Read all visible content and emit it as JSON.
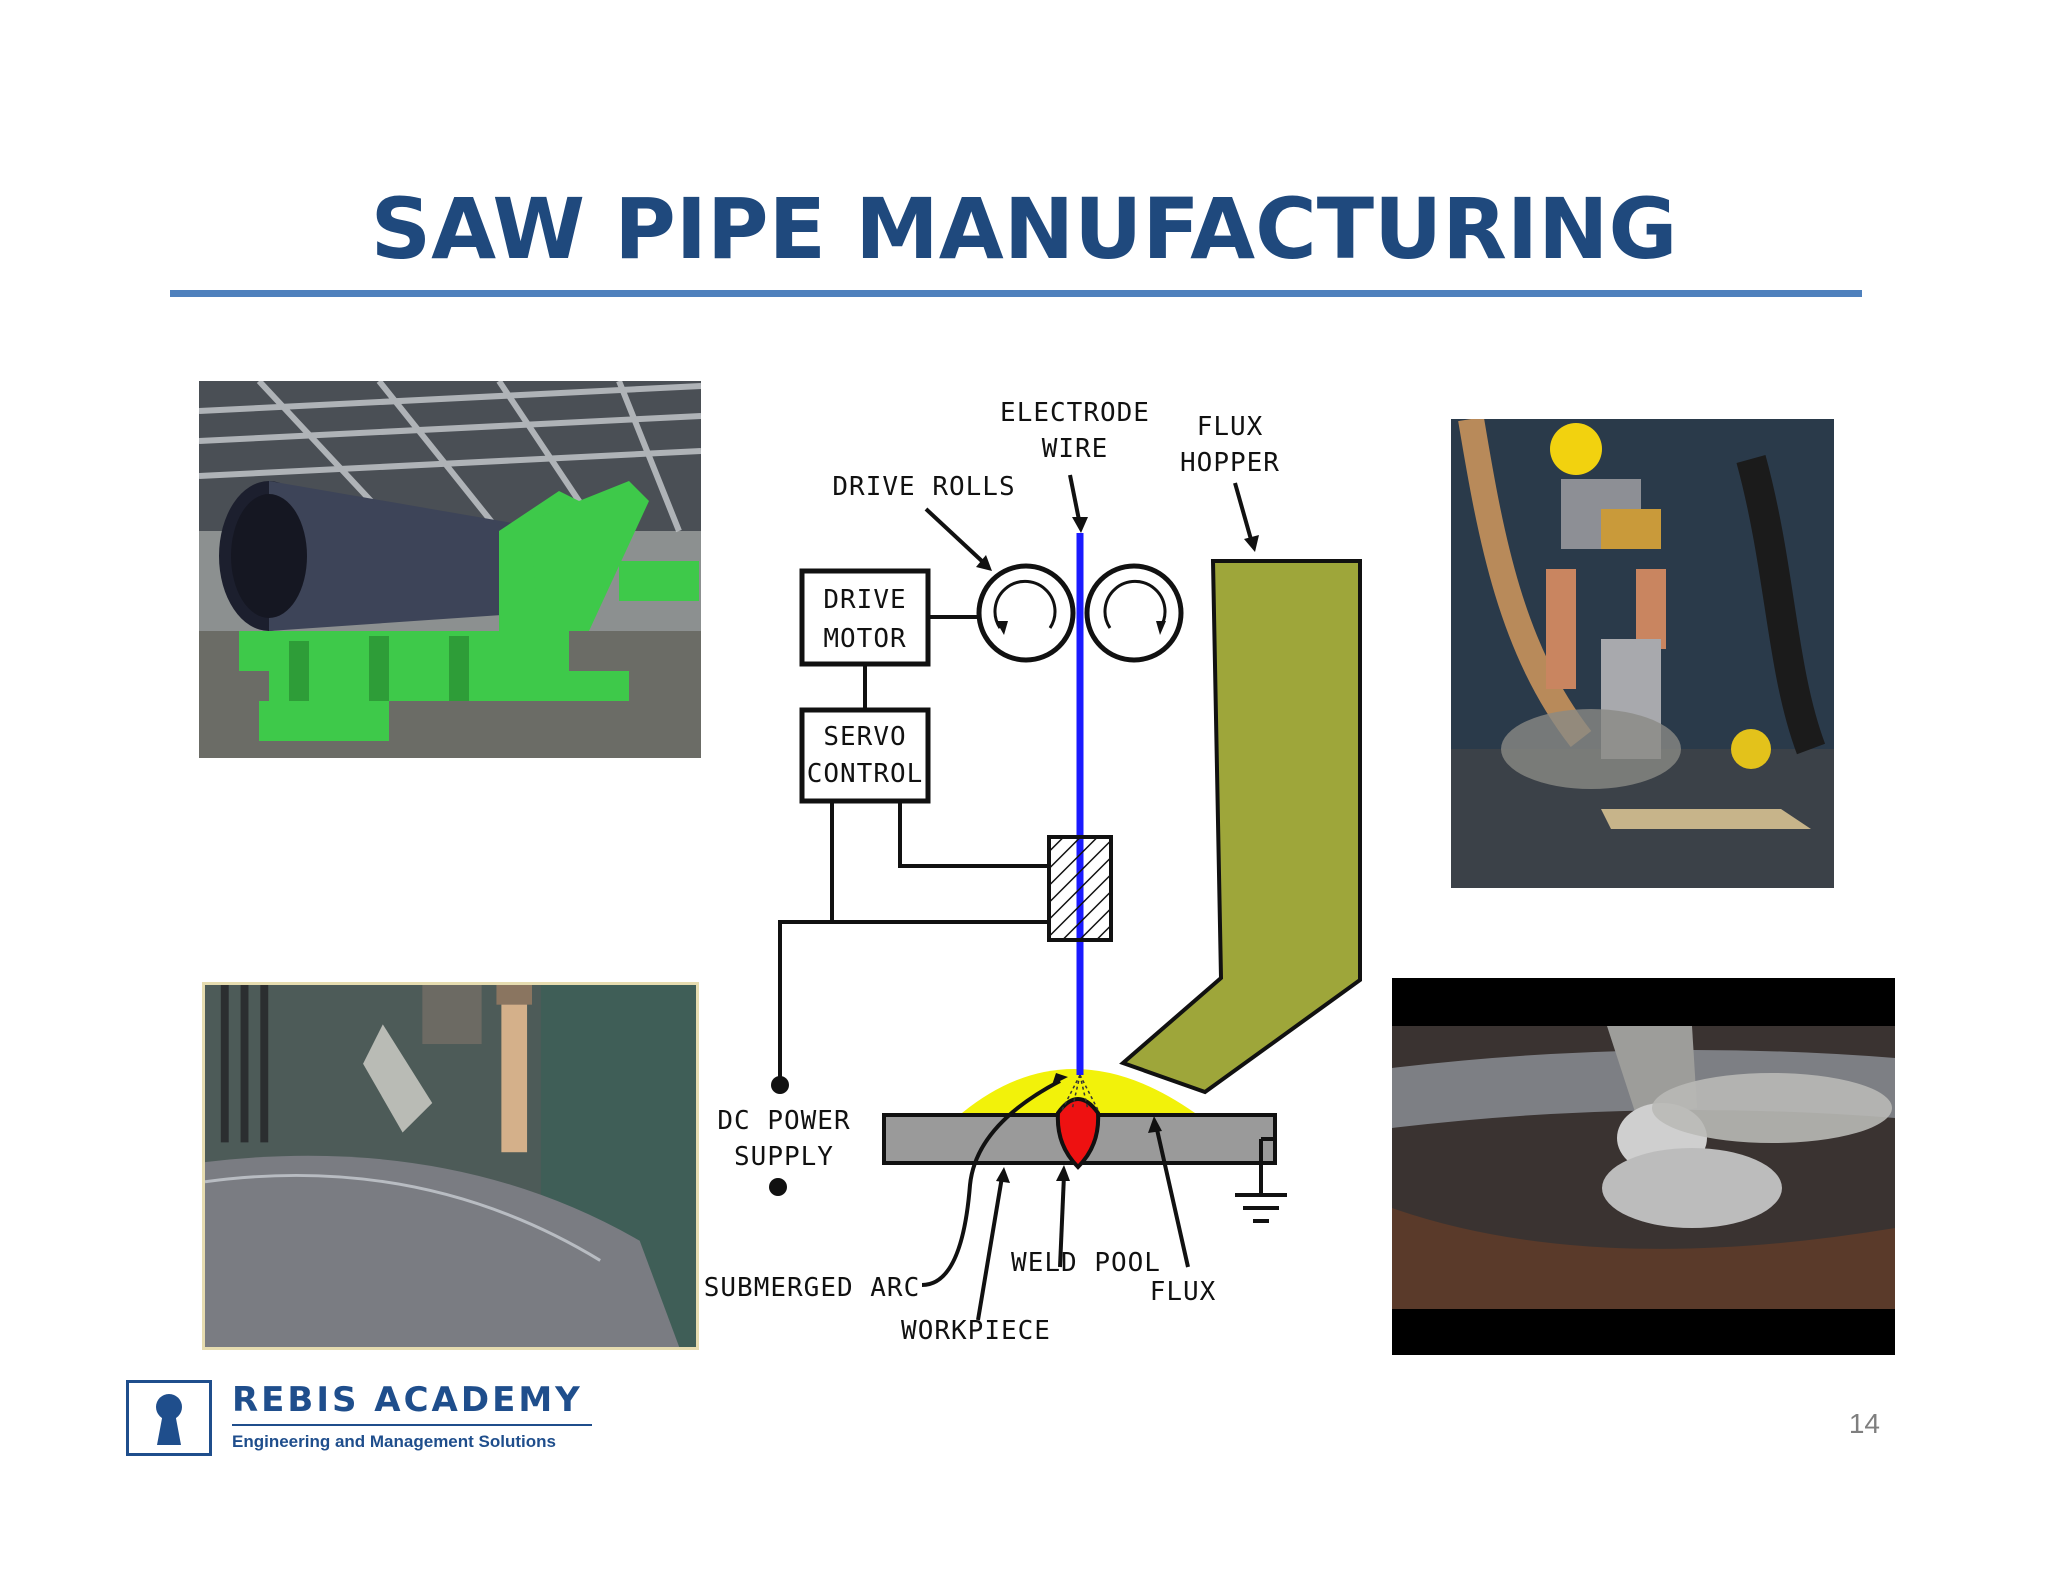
{
  "slide": {
    "title": "SAW PIPE MANUFACTURING",
    "page_number": "14"
  },
  "diagram": {
    "labels": {
      "electrode_wire_1": "ELECTRODE",
      "electrode_wire_2": "WIRE",
      "flux_hopper_1": "FLUX",
      "flux_hopper_2": "HOPPER",
      "drive_rolls": "DRIVE ROLLS",
      "drive_motor_1": "DRIVE",
      "drive_motor_2": "MOTOR",
      "servo_control_1": "SERVO",
      "servo_control_2": "CONTROL",
      "dc_power_1": "DC POWER",
      "dc_power_2": "SUPPLY",
      "submerged_arc": "SUBMERGED ARC",
      "weld_pool": "WELD POOL",
      "flux": "FLUX",
      "workpiece": "WORKPIECE"
    },
    "colors": {
      "electrode": "#1a1aff",
      "hopper": "#9ea63a",
      "flux_mound": "#f2f20a",
      "weld_pool": "#ee1111",
      "workpiece": "#9a9a9a"
    }
  },
  "photos": [
    {
      "name": "spiral-pipe-mill-photo",
      "icon": "photo"
    },
    {
      "name": "saw-weld-head-photo",
      "icon": "photo"
    },
    {
      "name": "pipe-seam-welding-photo",
      "icon": "photo"
    },
    {
      "name": "flux-nozzle-photo",
      "icon": "photo"
    }
  ],
  "logo": {
    "name": "REBIS ACADEMY",
    "tagline": "Engineering and Management Solutions",
    "icon": "keyhole-icon"
  }
}
